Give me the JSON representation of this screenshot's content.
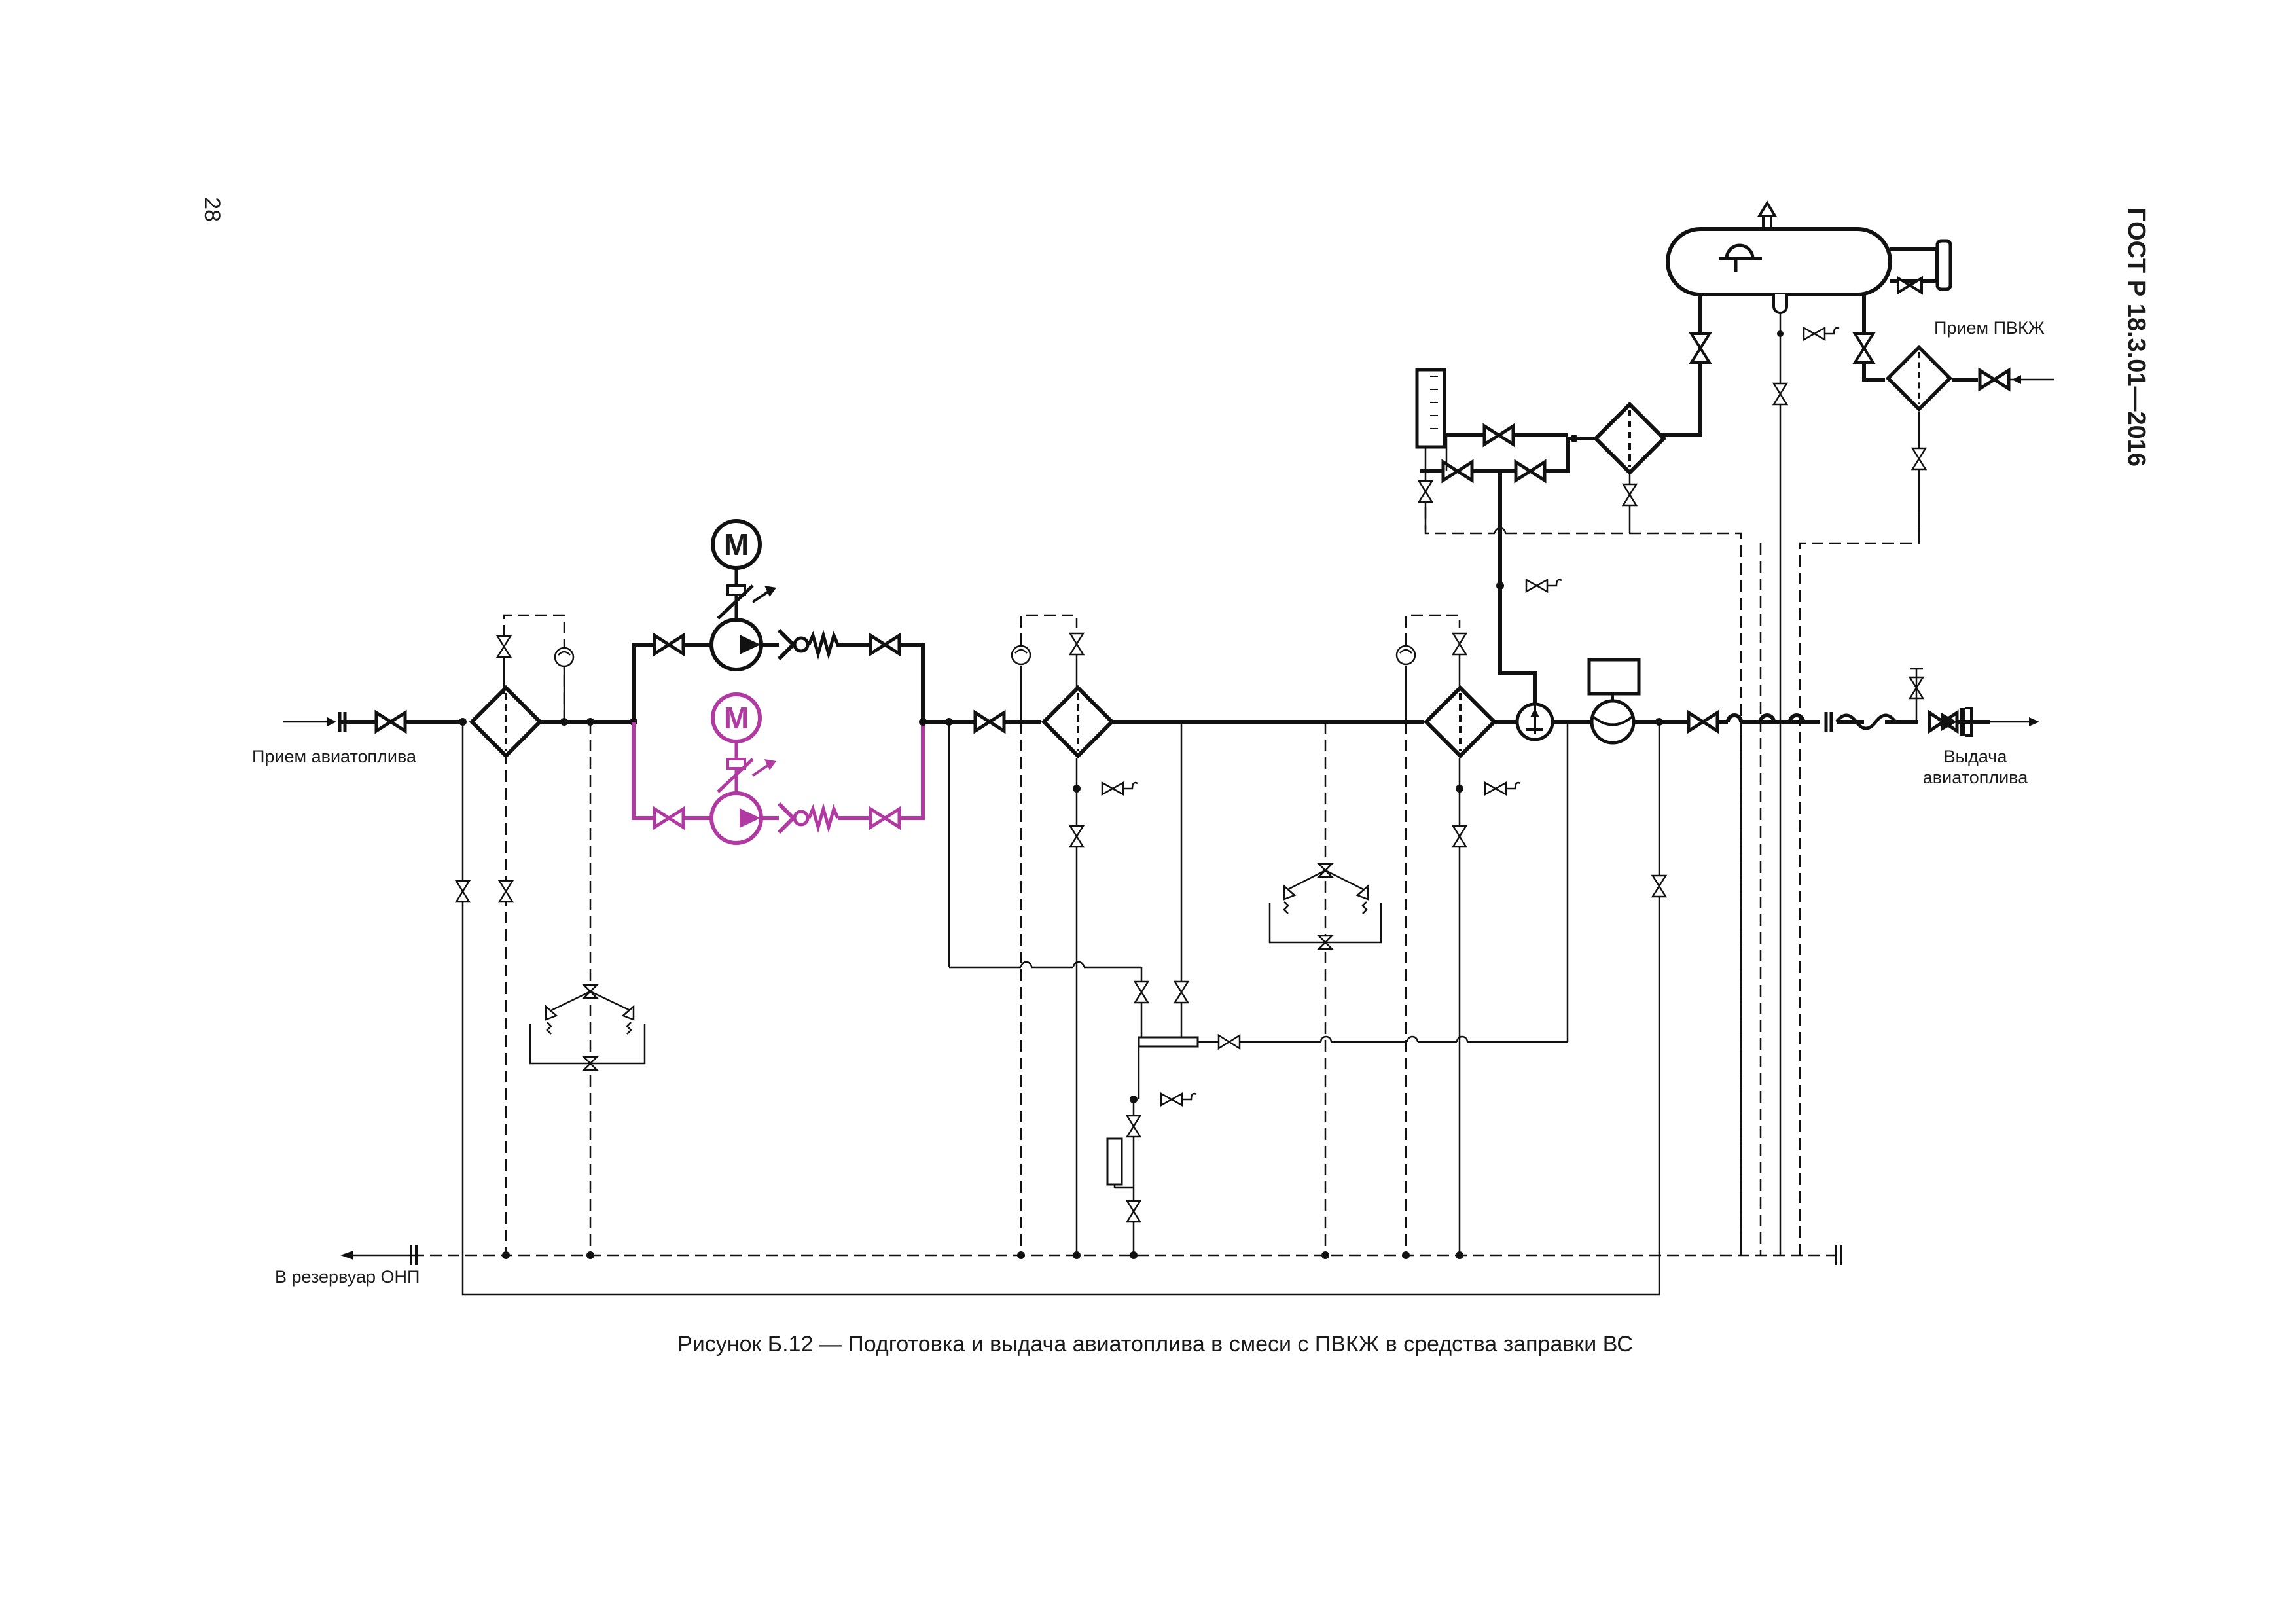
{
  "header": {
    "page_number": "28",
    "standard": "ГОСТ Р 18.3.01—2016"
  },
  "labels": {
    "intake_fuel": "Прием авиатоплива",
    "intake_additive": "Прием ПВКЖ",
    "dispense_line1": "Выдача",
    "dispense_line2": "авиатоплива",
    "to_tank": "В резервуар ОНП",
    "motor_symbol": "M"
  },
  "caption": "Рисунок Б.12 — Подготовка и выдача авиатоплива в смеси с ПВКЖ в средства заправки ВС",
  "colors": {
    "line": "#111111",
    "standby_pump": "#b03aa2"
  }
}
